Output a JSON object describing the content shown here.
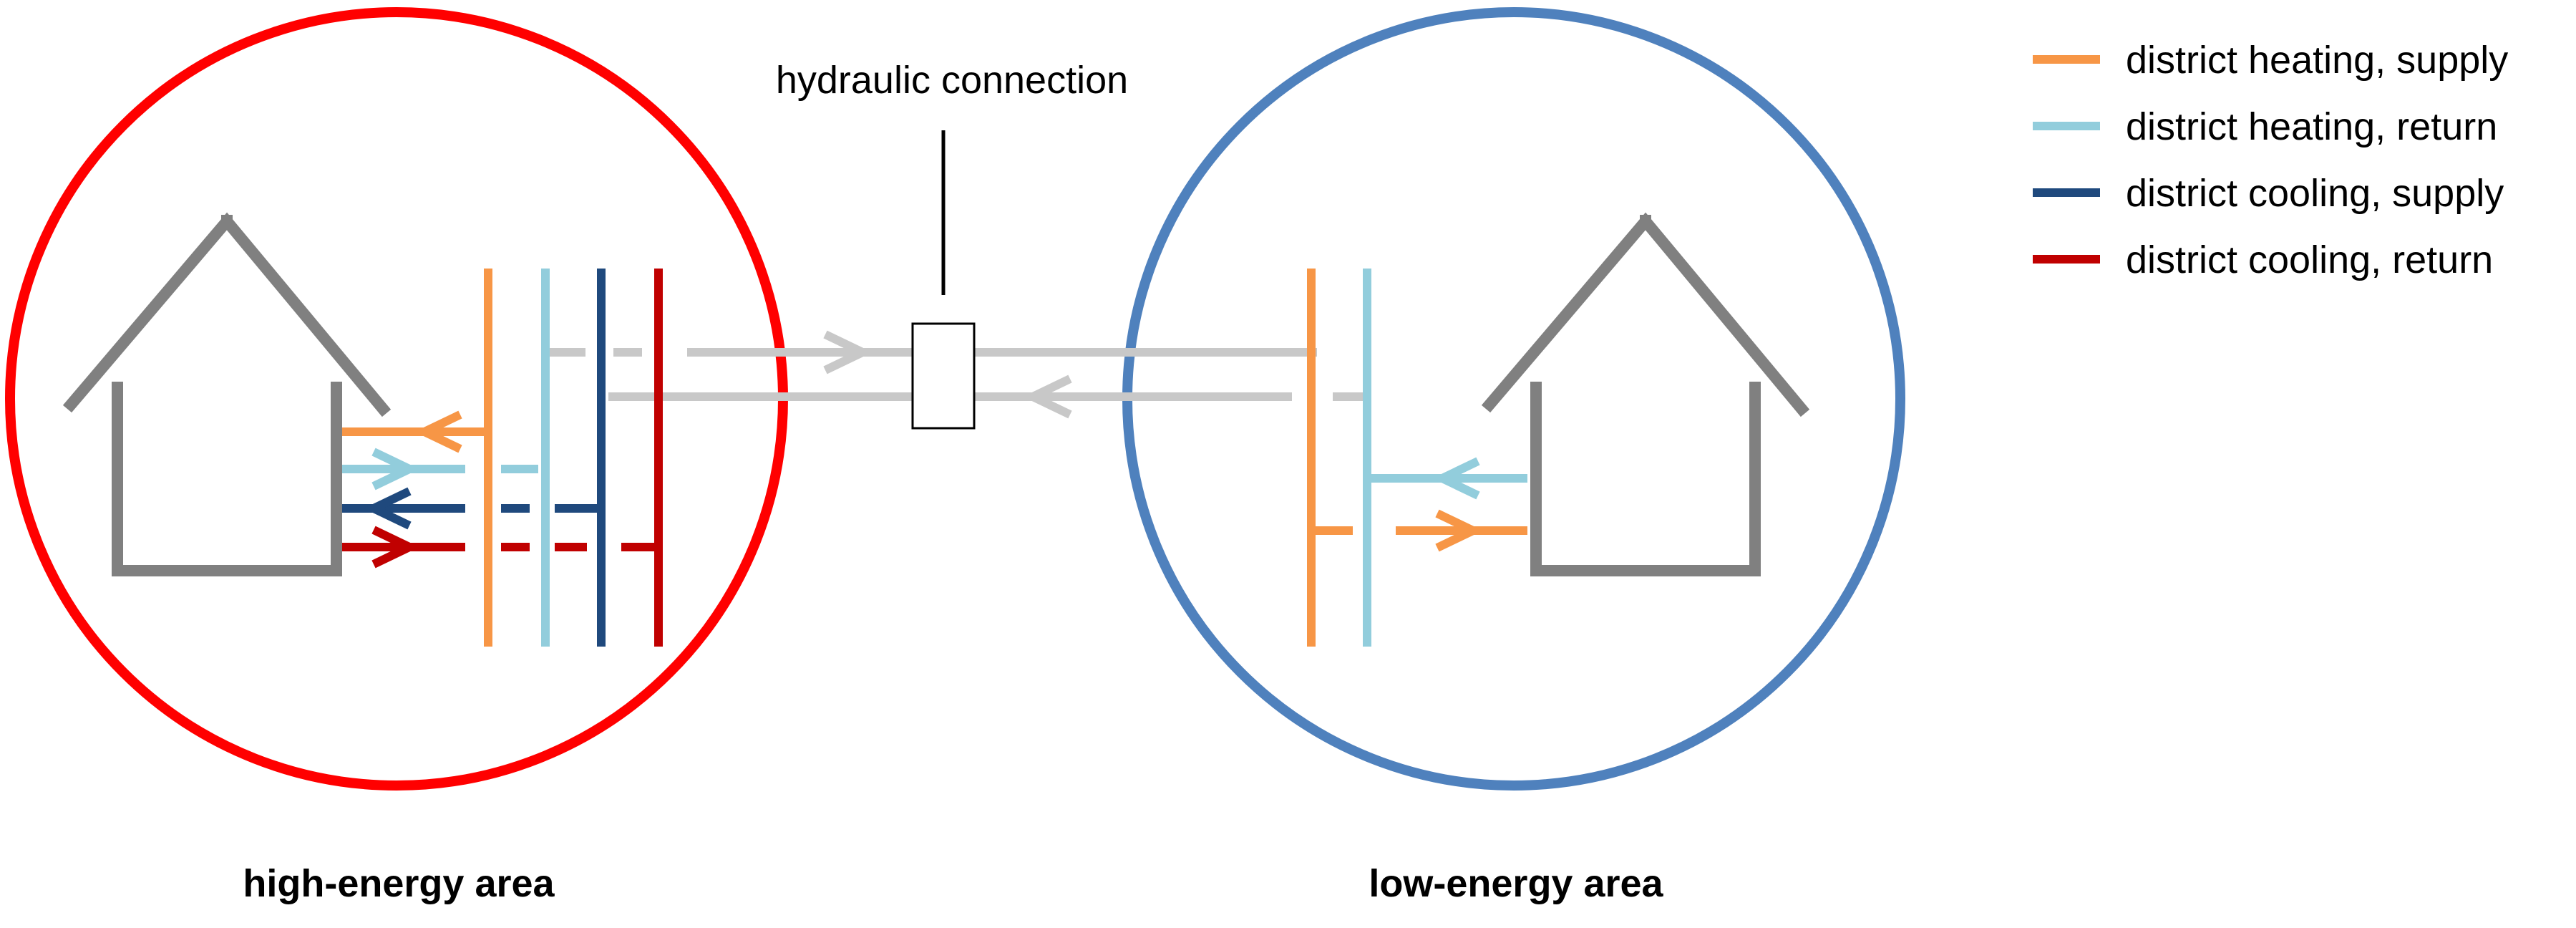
{
  "callout": {
    "label": "hydraulic connection"
  },
  "areas": {
    "high": {
      "label": "high-energy area",
      "color": "#ff0000"
    },
    "low": {
      "label": "low-energy area",
      "color": "#4f81bd"
    }
  },
  "legend": [
    {
      "label": "district heating, supply",
      "color": "#f79646"
    },
    {
      "label": "district heating, return",
      "color": "#92cddc"
    },
    {
      "label": "district cooling, supply",
      "color": "#1f497d"
    },
    {
      "label": "district cooling, return",
      "color": "#c00000"
    }
  ],
  "colors": {
    "house": "#808080",
    "connection_pipe": "#c8c8c8"
  }
}
